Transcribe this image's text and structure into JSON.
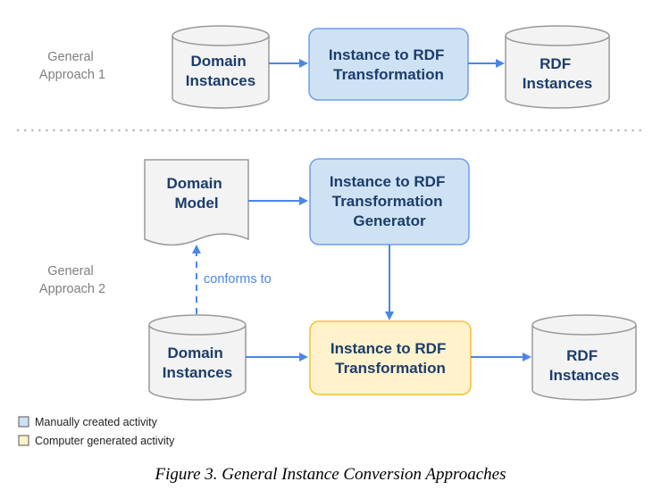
{
  "approach1": {
    "label": [
      "General",
      "Approach 1"
    ],
    "domain_instances": [
      "Domain",
      "Instances"
    ],
    "transformation": [
      "Instance to RDF",
      "Transformation"
    ],
    "rdf_instances": [
      "RDF",
      "Instances"
    ]
  },
  "approach2": {
    "label": [
      "General",
      "Approach 2"
    ],
    "domain_model": [
      "Domain",
      "Model"
    ],
    "generator": [
      "Instance to RDF",
      "Transformation",
      "Generator"
    ],
    "conforms_to": "conforms to",
    "domain_instances": [
      "Domain",
      "Instances"
    ],
    "transformation": [
      "Instance to RDF",
      "Transformation"
    ],
    "rdf_instances": [
      "RDF",
      "Instances"
    ]
  },
  "legend": {
    "manual": {
      "label": "Manually created activity",
      "color": "#cfe2f3"
    },
    "computer": {
      "label": "Computer generated activity",
      "color": "#fff2cc"
    }
  },
  "caption": "Figure 3. General Instance Conversion Approaches",
  "colors": {
    "manual_fill": "#cfe2f3",
    "manual_stroke": "#6d9eeb",
    "computer_fill": "#fff2cc",
    "computer_stroke": "#f1c232",
    "store_fill": "#f3f3f3",
    "store_stroke": "#999999",
    "arrow": "#4a86e8",
    "divider": "#b7b7b7"
  }
}
